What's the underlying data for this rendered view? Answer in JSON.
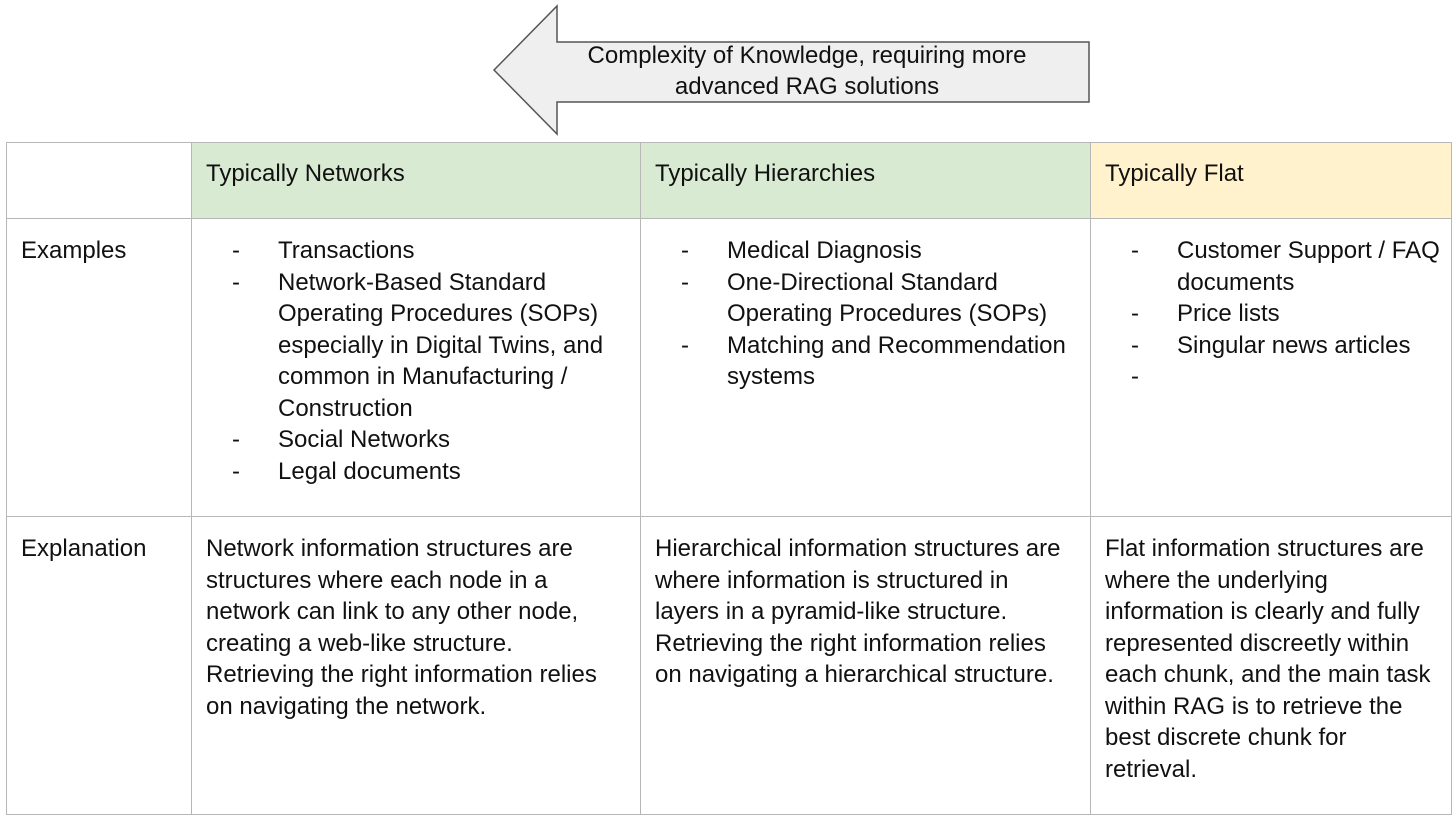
{
  "arrow": {
    "label_line1": "Complexity of Knowledge, requiring more",
    "label_line2": "advanced RAG solutions",
    "fill": "#efefef",
    "stroke": "#555555"
  },
  "table": {
    "headers": [
      "",
      "Typically Networks",
      "Typically Hierarchies",
      "Typically Flat"
    ],
    "header_colors": [
      "#ffffff",
      "#d9ead3",
      "#d9ead3",
      "#fff2cc"
    ],
    "row_labels": [
      "Examples",
      "Explanation"
    ],
    "bullet": "-",
    "examples": {
      "networks": [
        "Transactions",
        "Network-Based Standard Operating Procedures (SOPs) especially in Digital Twins, and common in Manufacturing / Construction",
        "Social Networks",
        "Legal documents"
      ],
      "hierarchies": [
        "Medical Diagnosis",
        "One-Directional Standard Operating Procedures (SOPs)",
        "Matching and Recommendation systems"
      ],
      "flat": [
        "Customer Support / FAQ documents",
        "Price lists",
        "Singular news articles",
        ""
      ]
    },
    "explanations": {
      "networks": "Network information structures are structures where each node in a network can link to any other node, creating a web-like structure. Retrieving the right information relies on navigating the network.",
      "hierarchies": "Hierarchical information structures are where information is structured in layers in a pyramid-like structure. Retrieving the right information relies on navigating a hierarchical structure.",
      "flat": "Flat information structures are where the underlying information is clearly and fully represented discreetly within each chunk, and the main task within RAG is to retrieve the best discrete chunk for retrieval."
    }
  }
}
